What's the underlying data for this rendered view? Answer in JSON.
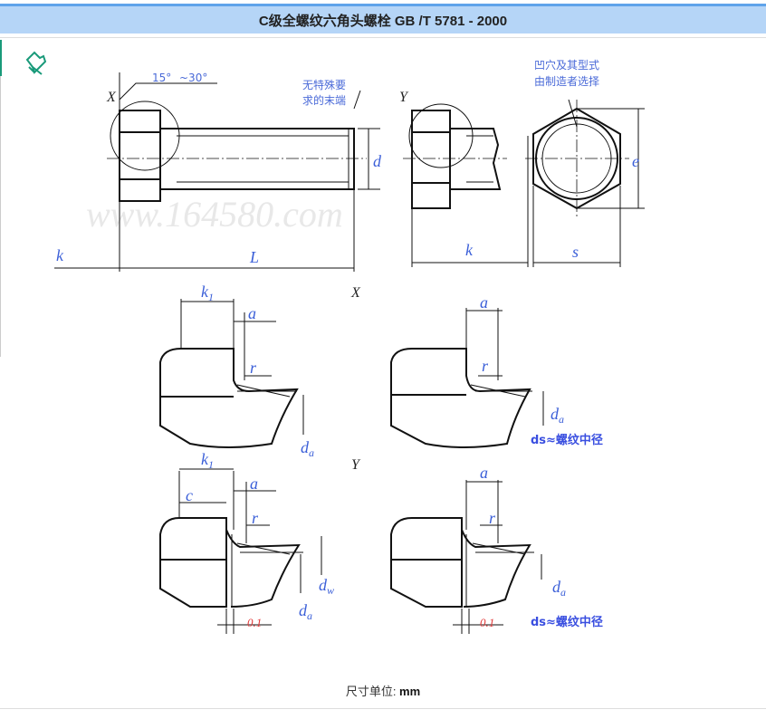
{
  "header": {
    "title": "C级全螺纹六角头螺栓 GB /T 5781 - 2000"
  },
  "icons": {
    "pin": "pin-icon"
  },
  "drawing": {
    "watermark": "www.164580.com",
    "angle_15": "15°",
    "angle_30": "~30°",
    "view_x": "X",
    "view_y": "Y",
    "note_end_1": "无特殊要",
    "note_end_2": "求的末端",
    "note_recess_1": "凹穴及其型式",
    "note_recess_2": "由制造者选择",
    "d": "d",
    "e": "e",
    "k": "k",
    "L": "L",
    "s": "s",
    "k1_main": "k",
    "k1_sub": "1",
    "a": "a",
    "r": "r",
    "c": "c",
    "da_main": "d",
    "da_sub": "a",
    "dw_main": "d",
    "dw_sub": "w",
    "tol": "0.1",
    "ds_note": "ds≈螺纹中径"
  },
  "footer": {
    "unit_label": "尺寸单位: ",
    "unit_value": "mm"
  }
}
